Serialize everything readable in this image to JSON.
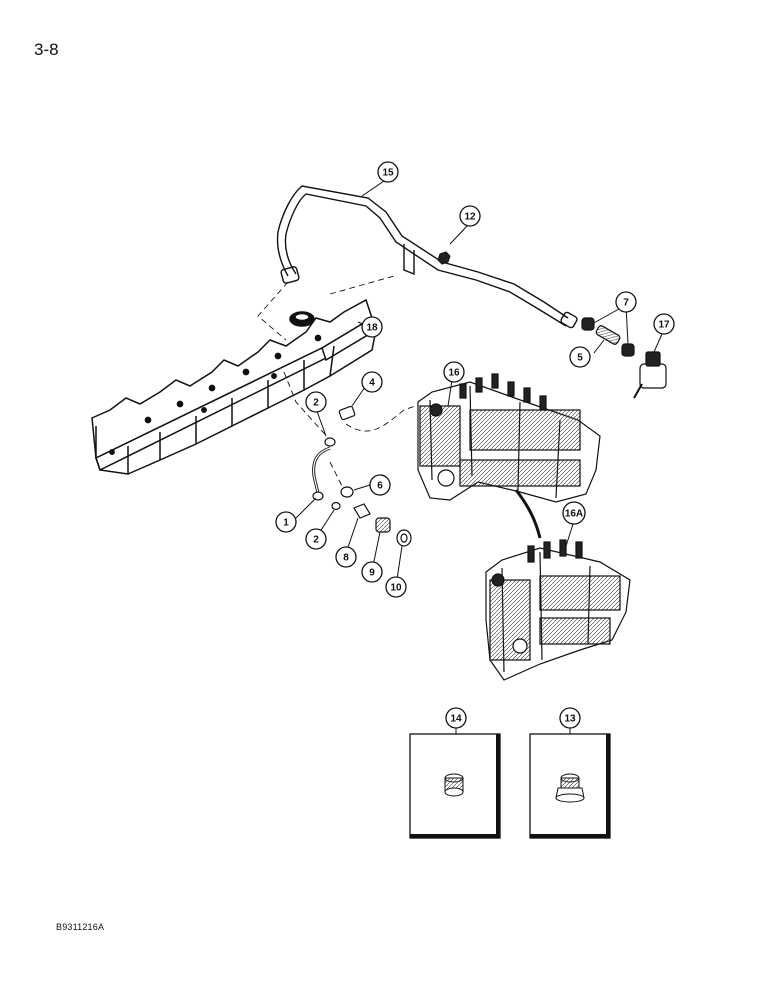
{
  "page": {
    "page_number": "3-8",
    "figure_code": "B9311216A"
  },
  "callouts": {
    "c1": "1",
    "c2a": "2",
    "c2b": "2",
    "c4": "4",
    "c5": "5",
    "c6": "6",
    "c7": "7",
    "c8": "8",
    "c9": "9",
    "c10": "10",
    "c12": "12",
    "c13": "13",
    "c14": "14",
    "c15": "15",
    "c16": "16",
    "c16a": "16A",
    "c17": "17",
    "c18": "18"
  }
}
